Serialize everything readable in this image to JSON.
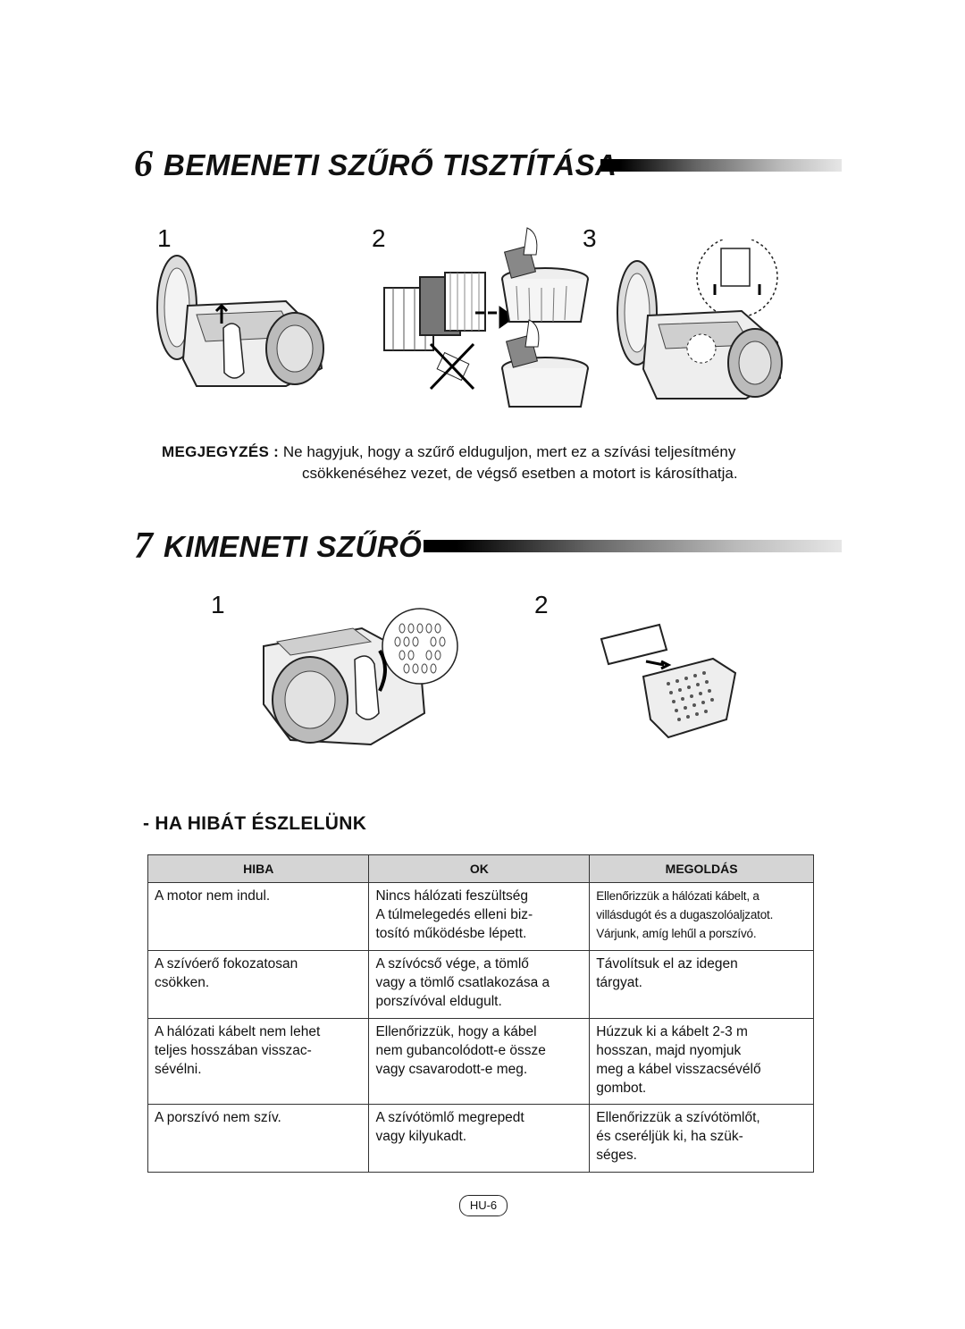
{
  "section6": {
    "number": "6",
    "title": "BEMENETI SZŰRŐ TISZTÍTÁSA",
    "steps": [
      "1",
      "2",
      "3"
    ]
  },
  "note": {
    "label": "MEGJEGYZÉS :",
    "line1": "Ne hagyjuk, hogy a szűrő elduguljon, mert ez a szívási teljesítmény",
    "line2": "csökkenéséhez vezet, de végső esetben a motort is károsíthatja."
  },
  "section7": {
    "number": "7",
    "title": "KIMENETI SZŰRŐ",
    "steps": [
      "1",
      "2"
    ]
  },
  "troubleshooting": {
    "heading": "- HA HIBÁT ÉSZLELÜNK",
    "headers": [
      "HIBA",
      "OK",
      "MEGOLDÁS"
    ],
    "rows": [
      {
        "hiba": [
          "A motor nem indul."
        ],
        "ok": [
          "Nincs hálózati feszültség",
          "A túlmelegedés elleni biz-",
          "tosító működésbe lépett."
        ],
        "megoldas": [
          "Ellenőrizzük a hálózati kábelt, a",
          "villásdugót és a dugaszolóaljzatot.",
          "Várjunk, amíg lehűl a porszívó."
        ]
      },
      {
        "hiba": [
          "A szívóerő fokozatosan",
          "csökken."
        ],
        "ok": [
          "A szívócső vége, a tömlő",
          "vagy a tömlő csatlakozása a",
          "porszívóval eldugult."
        ],
        "megoldas": [
          "Távolítsuk el az idegen",
          "tárgyat."
        ]
      },
      {
        "hiba": [
          "A hálózati kábelt nem lehet",
          "teljes hosszában visszac-",
          "sévélni."
        ],
        "ok": [
          "Ellenőrizzük, hogy a kábel",
          "nem gubancolódott-e össze",
          "vagy csavarodott-e meg."
        ],
        "megoldas": [
          "Húzzuk ki a kábelt 2-3 m",
          "hosszan, majd nyomjuk",
          "meg a kábel visszacsévélő",
          "gombot."
        ]
      },
      {
        "hiba": [
          "A porszívó nem szív."
        ],
        "ok": [
          "A szívótömlő megrepedt",
          "vagy kilyukadt."
        ],
        "megoldas": [
          "Ellenőrizzük a szívótömlőt,",
          "és cseréljük ki, ha szük-",
          "séges."
        ]
      }
    ]
  },
  "footer": {
    "page": "HU-6"
  }
}
